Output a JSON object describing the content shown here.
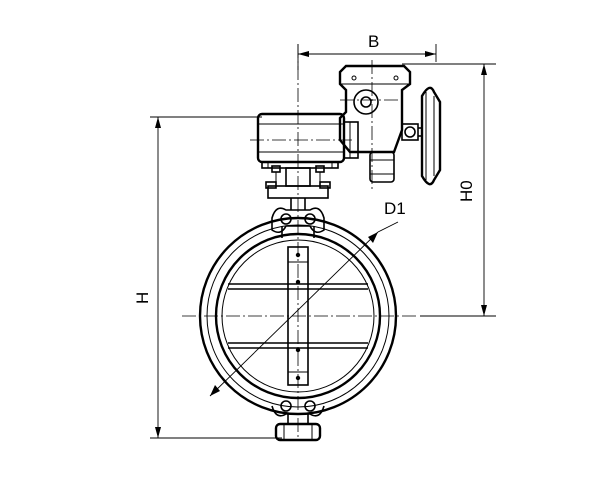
{
  "drawing": {
    "labels": {
      "b": "B",
      "d1": "D1",
      "h": "H",
      "h0": "H0"
    }
  }
}
